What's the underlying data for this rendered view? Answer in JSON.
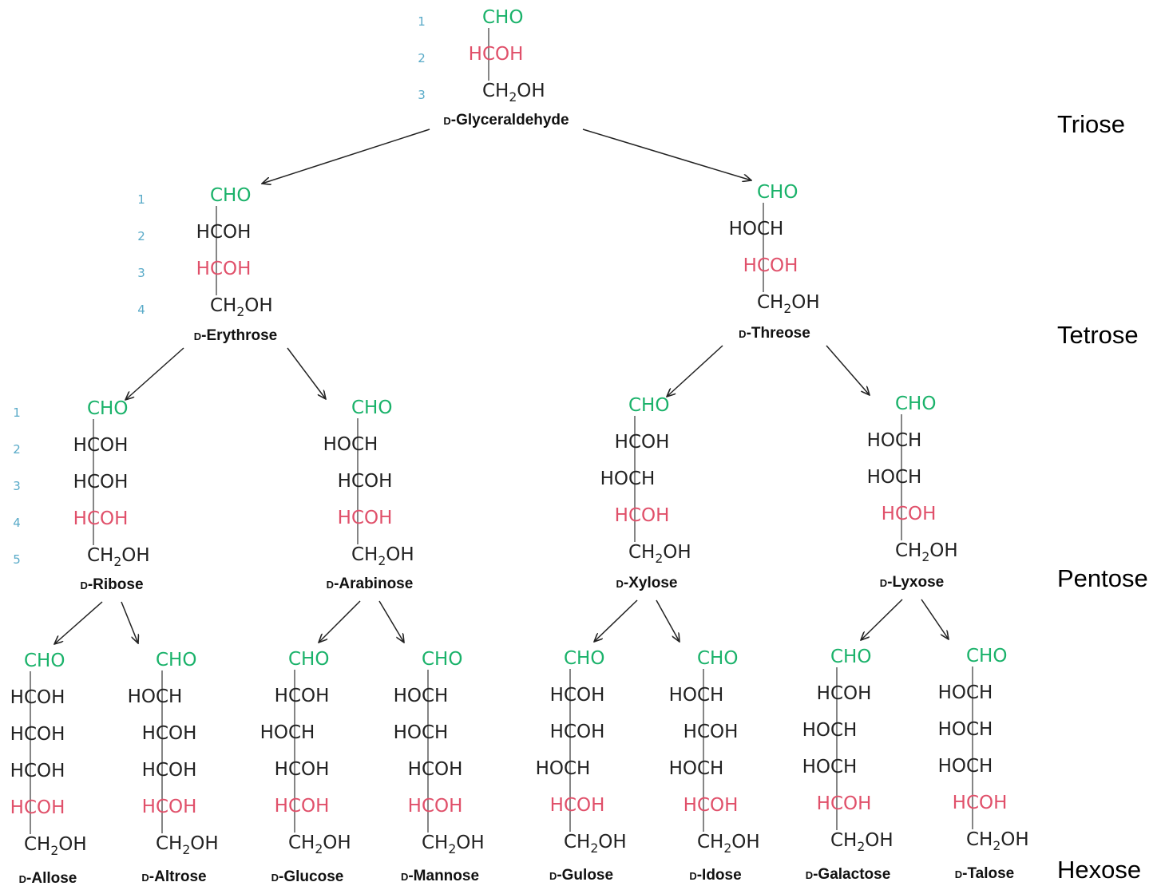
{
  "colors": {
    "aldehyde": "#1ab26a",
    "chiral_last": "#e0506a",
    "text": "#222222",
    "numbers": "#58aac8",
    "bond": "#444444"
  },
  "tiers": [
    "Triose",
    "Tetrose",
    "Pentose",
    "Hexose"
  ],
  "prefix": "D",
  "molecules": [
    {
      "name": "Glyceraldehyde",
      "groups": [
        "CHO",
        "HCOH",
        "CH2OH"
      ]
    },
    {
      "name": "Erythrose",
      "groups": [
        "CHO",
        "HCOH",
        "HCOH",
        "CH2OH"
      ]
    },
    {
      "name": "Threose",
      "groups": [
        "CHO",
        "HOCH",
        "HCOH",
        "CH2OH"
      ]
    },
    {
      "name": "Ribose",
      "groups": [
        "CHO",
        "HCOH",
        "HCOH",
        "HCOH",
        "CH2OH"
      ]
    },
    {
      "name": "Arabinose",
      "groups": [
        "CHO",
        "HOCH",
        "HCOH",
        "HCOH",
        "CH2OH"
      ]
    },
    {
      "name": "Xylose",
      "groups": [
        "CHO",
        "HCOH",
        "HOCH",
        "HCOH",
        "CH2OH"
      ]
    },
    {
      "name": "Lyxose",
      "groups": [
        "CHO",
        "HOCH",
        "HOCH",
        "HCOH",
        "CH2OH"
      ]
    },
    {
      "name": "Allose",
      "groups": [
        "CHO",
        "HCOH",
        "HCOH",
        "HCOH",
        "HCOH",
        "CH2OH"
      ]
    },
    {
      "name": "Altrose",
      "groups": [
        "CHO",
        "HOCH",
        "HCOH",
        "HCOH",
        "HCOH",
        "CH2OH"
      ]
    },
    {
      "name": "Glucose",
      "groups": [
        "CHO",
        "HCOH",
        "HOCH",
        "HCOH",
        "HCOH",
        "CH2OH"
      ]
    },
    {
      "name": "Mannose",
      "groups": [
        "CHO",
        "HOCH",
        "HOCH",
        "HCOH",
        "HCOH",
        "CH2OH"
      ]
    },
    {
      "name": "Gulose",
      "groups": [
        "CHO",
        "HCOH",
        "HCOH",
        "HOCH",
        "HCOH",
        "CH2OH"
      ]
    },
    {
      "name": "Idose",
      "groups": [
        "CHO",
        "HOCH",
        "HCOH",
        "HOCH",
        "HCOH",
        "CH2OH"
      ]
    },
    {
      "name": "Galactose",
      "groups": [
        "CHO",
        "HCOH",
        "HOCH",
        "HOCH",
        "HCOH",
        "CH2OH"
      ]
    },
    {
      "name": "Talose",
      "groups": [
        "CHO",
        "HOCH",
        "HOCH",
        "HOCH",
        "HCOH",
        "CH2OH"
      ]
    }
  ],
  "numbering": {
    "Glyceraldehyde": [
      "1",
      "2",
      "3"
    ],
    "Erythrose": [
      "1",
      "2",
      "3",
      "4"
    ],
    "Ribose": [
      "1",
      "2",
      "3",
      "4",
      "5"
    ]
  },
  "edges": [
    [
      "Glyceraldehyde",
      "Erythrose"
    ],
    [
      "Glyceraldehyde",
      "Threose"
    ],
    [
      "Erythrose",
      "Ribose"
    ],
    [
      "Erythrose",
      "Arabinose"
    ],
    [
      "Threose",
      "Xylose"
    ],
    [
      "Threose",
      "Lyxose"
    ],
    [
      "Ribose",
      "Allose"
    ],
    [
      "Ribose",
      "Altrose"
    ],
    [
      "Arabinose",
      "Glucose"
    ],
    [
      "Arabinose",
      "Mannose"
    ],
    [
      "Xylose",
      "Gulose"
    ],
    [
      "Xylose",
      "Idose"
    ],
    [
      "Lyxose",
      "Galactose"
    ],
    [
      "Lyxose",
      "Talose"
    ]
  ]
}
